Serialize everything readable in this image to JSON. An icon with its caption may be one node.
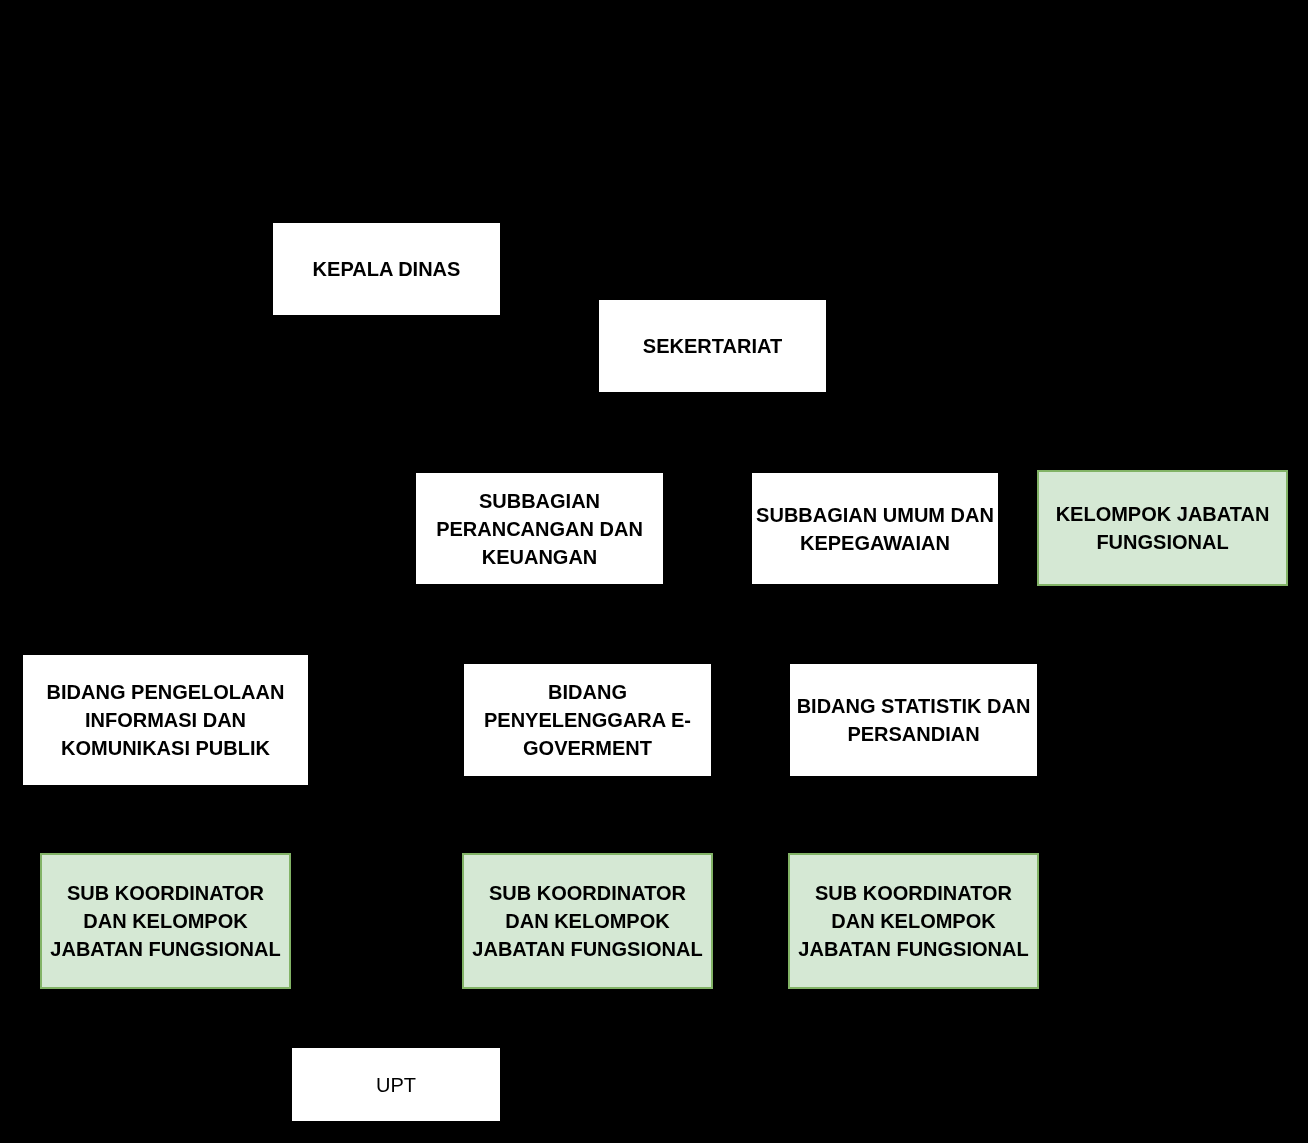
{
  "diagram": {
    "nodes": [
      {
        "text": [
          "KEPALA DINAS"
        ]
      },
      {
        "text": [
          "SEKERTARIAT"
        ]
      },
      {
        "text": [
          "SUBBAGIAN PERANCANGAN DAN KEUANGAN"
        ]
      },
      {
        "text": [
          "SUBBAGIAN UMUM DAN KEPEGAWAIAN"
        ]
      },
      {
        "text": [
          "KELOMPOK JABATAN FUNGSIONAL"
        ]
      },
      {
        "text": [
          "BIDANG PENGELOLAAN INFORMASI DAN KOMUNIKASI PUBLIK"
        ]
      },
      {
        "text": [
          "BIDANG PENYELENGGARA E-GOVERMENT"
        ]
      },
      {
        "text": [
          "BIDANG STATISTIK DAN PERSANDIAN"
        ]
      },
      {
        "text": [
          "SUB KOORDINATOR DAN KELOMPOK JABATAN FUNGSIONAL"
        ]
      },
      {
        "text": [
          "SUB KOORDINATOR DAN KELOMPOK JABATAN FUNGSIONAL"
        ]
      },
      {
        "text": [
          "SUB KOORDINATOR DAN KELOMPOK JABATAN FUNGSIONAL"
        ]
      },
      {
        "text": [
          "UPT"
        ]
      }
    ]
  }
}
